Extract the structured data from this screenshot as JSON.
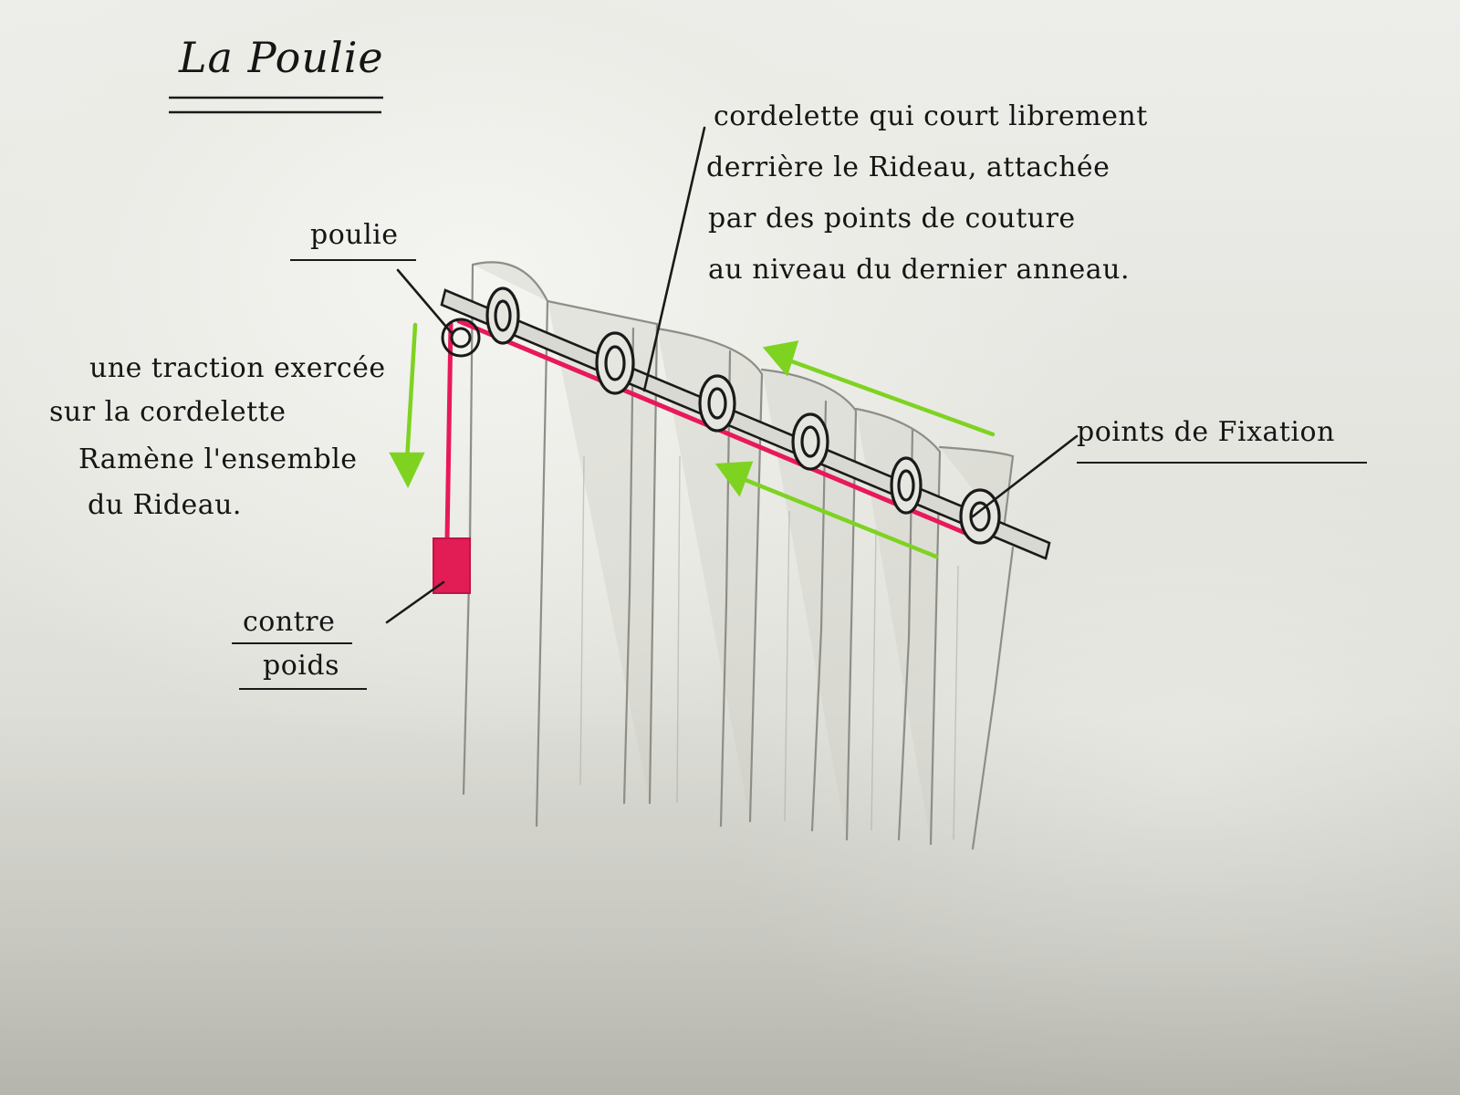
{
  "title": "La Poulie",
  "labels": {
    "poulie": "poulie",
    "cordelette_line1": "cordelette qui court librement",
    "cordelette_line2": "derrière le Rideau, attachée",
    "cordelette_line3": "par des points de couture",
    "cordelette_line4": "au niveau du dernier anneau.",
    "traction_line1": "une traction exercée",
    "traction_line2": "sur la cordelette",
    "traction_line3": "Ramène l'ensemble",
    "traction_line4": "du Rideau.",
    "points_fixation": "points de Fixation",
    "contre": "contre",
    "poids": "poids"
  },
  "colors": {
    "ink": "#151515",
    "pencil": "#8e8e88",
    "cord": "#e8195a",
    "arrow": "#7ed321",
    "weight": "#e21c55"
  }
}
